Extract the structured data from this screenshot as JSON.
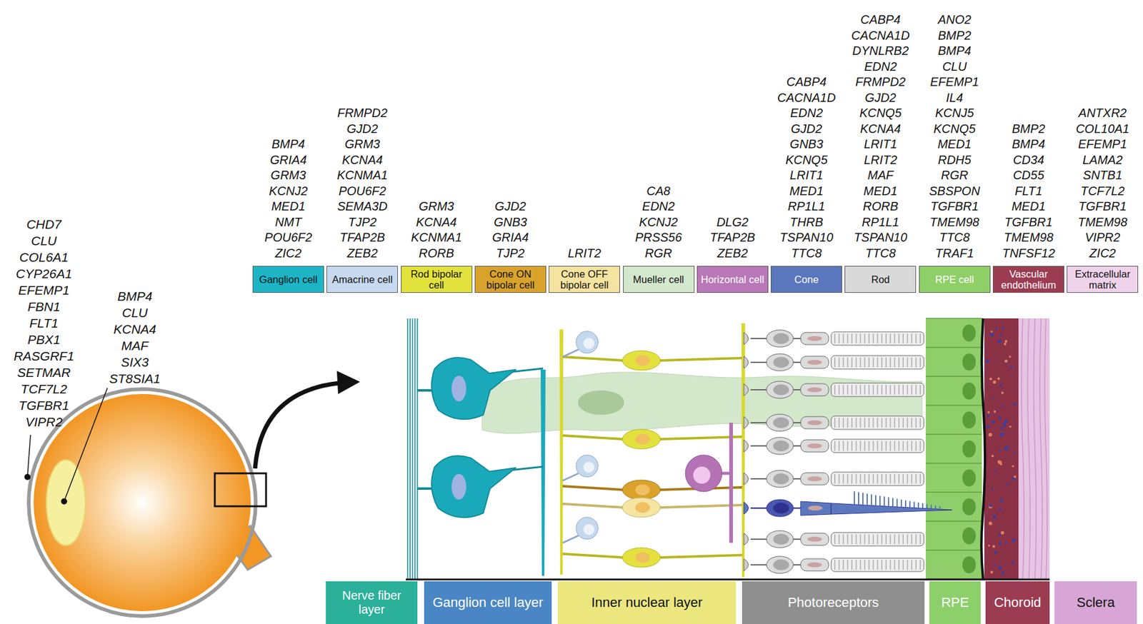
{
  "diagram": {
    "nodes": [
      {
        "text": [
          "Ganglion cell",
          "BMP4 GRIA4 GRM3 KCNJ2 MED1 NMT POU6F2 ZIC2"
        ]
      },
      {
        "text": [
          "Amacrine cell",
          "FRMPD2 GJD2 GRM3 KCNA4 KCNMA1 POU6F2 SEMA3D TJP2 TFAP2B ZEB2"
        ]
      },
      {
        "text": [
          "Rod bipolar cell",
          "GRM3 KCNA4 KCNMA1 RORB"
        ]
      },
      {
        "text": [
          "Cone ON bipolar cell",
          "GJD2 GNB3 GRIA4 TJP2"
        ]
      },
      {
        "text": [
          "Cone OFF bipolar cell",
          "LRIT2"
        ]
      },
      {
        "text": [
          "Mueller cell",
          "CA8 EDN2 KCNJ2 PRSS56 RGR"
        ]
      },
      {
        "text": [
          "Horizontal cell",
          "DLG2 TFAP2B ZEB2"
        ]
      },
      {
        "text": [
          "Cone",
          "CABP4 CACNA1D EDN2 GJD2 GNB3 KCNQ5 LRIT1 MED1 RP1L1 THRB TSPAN10 TTC8"
        ]
      },
      {
        "text": [
          "Rod",
          "CABP4 CACNA1D DYNLRB2 EDN2 FRMPD2 GJD2 KCNQ5 KCNA4 LRIT1 LRIT2 MAF MED1 RORB RP1L1 TSPAN10 TTC8"
        ]
      },
      {
        "text": [
          "RPE cell",
          "ANO2 BMP2 BMP4 CLU EFEMP1 IL4 KCNJ5 KCNQ5 MED1 RDH5 RGR SBSPON TGFBR1 TMEM98 TTC8 TRAF1"
        ]
      },
      {
        "text": [
          "Vascular endothelium",
          "BMP2 BMP4 CD34 CD55 FLT1 MED1 TGFBR1 TMEM98 TNFSF12"
        ]
      },
      {
        "text": [
          "Extracellular matrix",
          "ANTXR2 COL10A1 EFEMP1 LAMA2 SNTB1 TCF7L2 TGFBR1 TMEM98 VIPR2 ZIC2"
        ]
      },
      {
        "text": [
          "Nerve fiber layer"
        ]
      },
      {
        "text": [
          "Ganglion cell layer"
        ]
      },
      {
        "text": [
          "Inner nuclear layer"
        ]
      },
      {
        "text": [
          "Photoreceptors"
        ]
      },
      {
        "text": [
          "RPE"
        ]
      },
      {
        "text": [
          "Choroid"
        ]
      },
      {
        "text": [
          "Sclera"
        ]
      }
    ],
    "labels": [
      "CHD7 CLU COL6A1 CYP26A1 EFEMP1 FBN1 FLT1 PBX1 RASGRF1 SETMAR TCF7L2 TGFBR1 VIPR2",
      "BMP4 CLU KCNA4 MAF SIX3 ST8SIA1"
    ]
  }
}
